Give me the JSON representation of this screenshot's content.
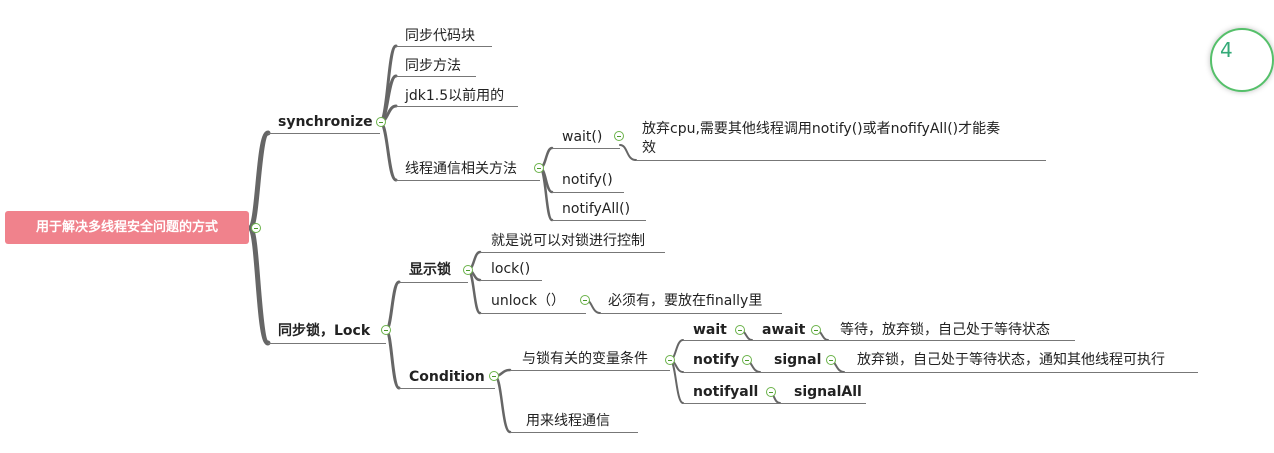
{
  "root": "用于解决多线程安全问题的方式",
  "sync": {
    "label": "synchronize",
    "c1": "同步代码块",
    "c2": "同步方法",
    "c3": "jdk1.5以前用的",
    "comm": {
      "label": "线程通信相关方法",
      "wait": "wait()",
      "wait_note_l1": "放弃cpu,需要其他线程调用notify()或者nofifyAll()才能奏",
      "wait_note_l2": "效",
      "notify": "notify()",
      "notifyall": "notifyAll()"
    }
  },
  "lock": {
    "label": "同步锁，Lock",
    "explicit": {
      "label": "显示锁",
      "c1": "就是说可以对锁进行控制",
      "c2": "lock()",
      "c3": "unlock（）",
      "c3_note": "必须有，要放在finally里"
    },
    "condition": {
      "label": "Condition",
      "desc": "与锁有关的变量条件",
      "wait": "wait",
      "await": "await",
      "await_note": "等待，放弃锁，自己处于等待状态",
      "notify": "notify",
      "signal": "signal",
      "signal_note": "放弃锁，自己处于等待状态，通知其他线程可执行",
      "notifyall": "notifyall",
      "signalall": "signalAll",
      "usage": "用来线程通信"
    }
  },
  "corner_badge": "4"
}
